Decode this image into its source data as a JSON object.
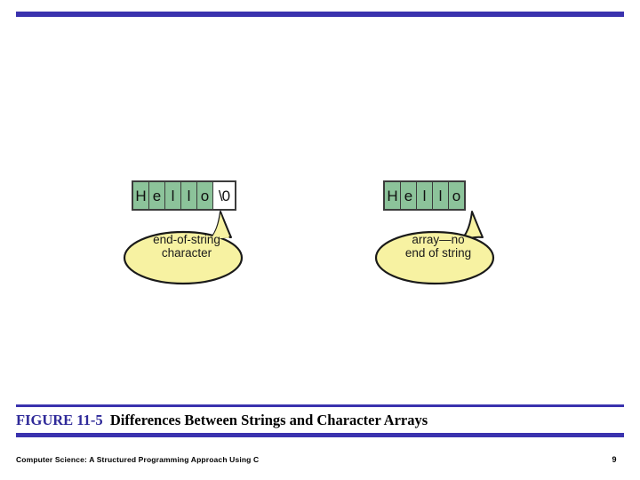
{
  "slide": {
    "background_color": "#ffffff",
    "rule_color": "#3a32ae",
    "cell_fill_color": "#8cc39a",
    "cell_null_fill_color": "#ffffff",
    "cell_border_color": "#3c3c3c",
    "bubble_fill_color": "#f7f2a2",
    "bubble_border_color": "#1a1a1a"
  },
  "figure": {
    "left_diagram": {
      "name": "string-with-null-terminator",
      "cells": [
        {
          "char": "H",
          "kind": "char"
        },
        {
          "char": "e",
          "kind": "char"
        },
        {
          "char": "l",
          "kind": "char"
        },
        {
          "char": "l",
          "kind": "char"
        },
        {
          "char": "o",
          "kind": "char"
        },
        {
          "char": "\\0",
          "kind": "null"
        }
      ],
      "callout": "end-of-string\ncharacter"
    },
    "right_diagram": {
      "name": "character-array-no-terminator",
      "cells": [
        {
          "char": "H",
          "kind": "char"
        },
        {
          "char": "e",
          "kind": "char"
        },
        {
          "char": "l",
          "kind": "char"
        },
        {
          "char": "l",
          "kind": "char"
        },
        {
          "char": "o",
          "kind": "char"
        }
      ],
      "callout": "array—no\nend of string"
    }
  },
  "caption": {
    "figure_number": "FIGURE 11-5",
    "spacer": "  ",
    "title": "Differences Between Strings and Character Arrays"
  },
  "footer": {
    "book_title": "Computer Science: A Structured Programming Approach Using C",
    "page_number": "9"
  }
}
